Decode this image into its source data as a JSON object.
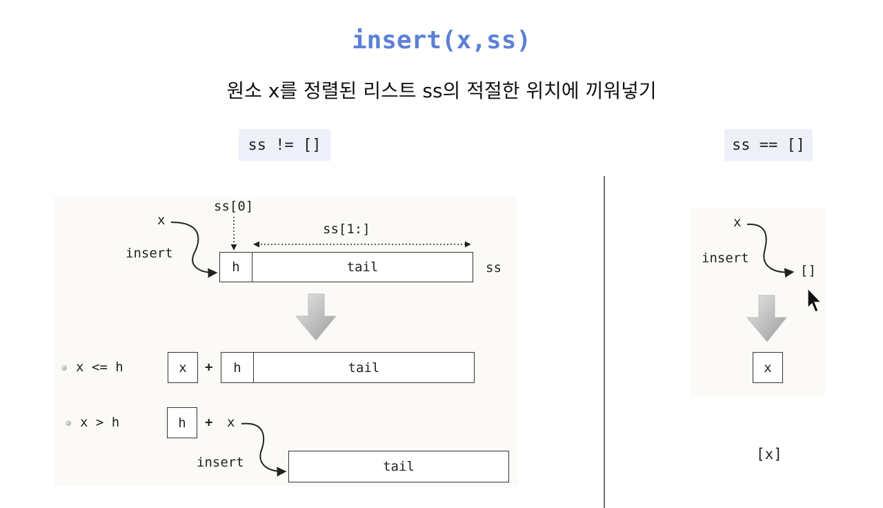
{
  "slide": {
    "title": "insert(x,ss)",
    "subtitle": "원소 x를 정렬된 리스트 ss의 적절한 위치에 끼워넣기"
  },
  "left_case": {
    "condition_label": "ss != []",
    "top": {
      "x_label": "x",
      "insert_label": "insert",
      "ss0_label": "ss[0]",
      "ss_rest_label": "ss[1:]",
      "head_label": "h",
      "tail_label": "tail",
      "ss_label": "ss"
    },
    "case1": {
      "condition": "x <= h",
      "x_box": "x",
      "plus": "+",
      "head_label": "h",
      "tail_label": "tail"
    },
    "case2": {
      "condition": "x > h",
      "head_label": "h",
      "plus": "+",
      "x_label": "x",
      "insert_label": "insert",
      "tail_label": "tail"
    }
  },
  "right_case": {
    "condition_label": "ss == []",
    "x_label": "x",
    "insert_label": "insert",
    "empty_list": "[]",
    "result_box": "x",
    "result_list": "[x]"
  }
}
